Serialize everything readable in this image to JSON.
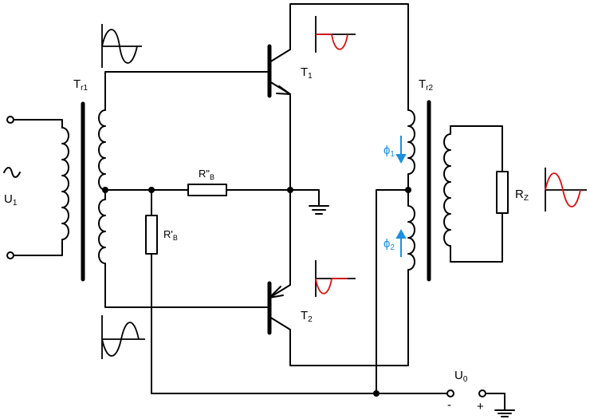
{
  "labels": {
    "tr1": "T",
    "tr1_sub": "r1",
    "tr2": "T",
    "tr2_sub": "r2",
    "t1": "T",
    "t1_sub": "1",
    "t2": "T",
    "t2_sub": "2",
    "u1": "U",
    "u1_sub": "1",
    "u0": "U",
    "u0_sub": "0",
    "rz": "R",
    "rz_sub": "Z",
    "rb2": "R\"",
    "rb2_sub": "B",
    "rb1": "R'",
    "rb1_sub": "B",
    "phi1": "ϕ",
    "phi1_sub": "1",
    "phi2": "ϕ",
    "phi2_sub": "2",
    "minus": "-",
    "plus": "+"
  },
  "colors": {
    "wire": "#000000",
    "signal_red": "#e01010",
    "flux_blue": "#1c8fe0"
  },
  "icons": [
    "ac-source-icon",
    "ground-icon",
    "npn-transistor-icon",
    "resistor-icon",
    "transformer-coil-icon"
  ]
}
